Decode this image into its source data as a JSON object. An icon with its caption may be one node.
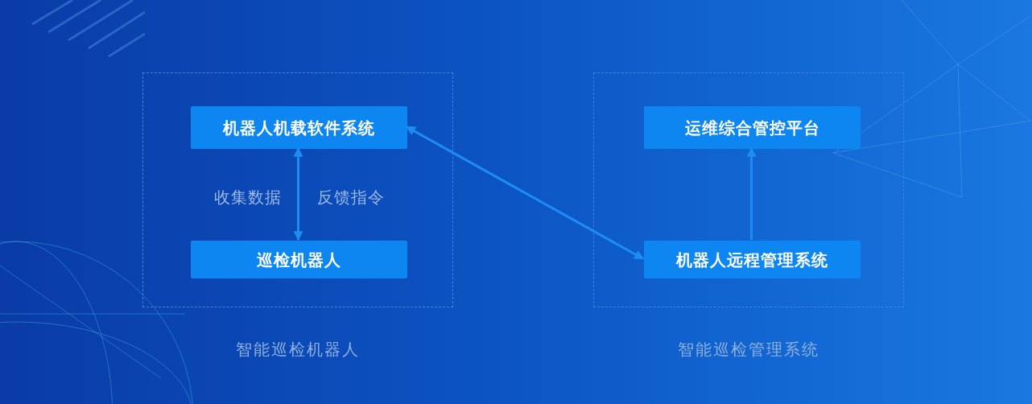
{
  "diagram": {
    "nodes": [
      {
        "text": [
          "智能巡检机器人"
        ]
      },
      {
        "text": [
          "机器人机载软件系统"
        ],
        "in": 0
      },
      {
        "text": [
          "巡检机器人"
        ],
        "in": 0
      },
      {
        "text": [
          "智能巡检管理系统"
        ]
      },
      {
        "text": [
          "运维综合管控平台"
        ],
        "in": 3
      },
      {
        "text": [
          "机器人远程管理系统"
        ],
        "in": 3
      }
    ],
    "edges": [
      {
        "from": 1,
        "to": 2,
        "arrow": "both"
      },
      {
        "from": 1,
        "to": 5,
        "arrow": "both"
      },
      {
        "from": 5,
        "to": 4,
        "arrow": "to"
      }
    ],
    "labels": [
      "收集数据",
      "反馈指令"
    ]
  }
}
